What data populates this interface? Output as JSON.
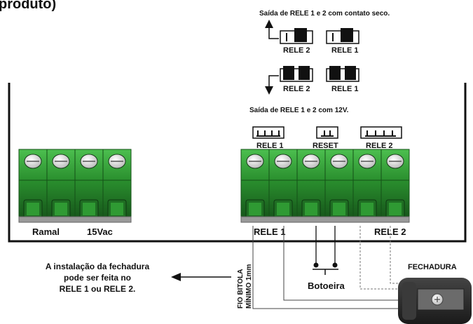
{
  "header": {
    "title_fragment": "produto)"
  },
  "jumper_config": {
    "dry_contact_caption": "Saída de RELE 1 e 2 com contato seco.",
    "twelve_volt_caption": "Saída de RELE 1 e 2 com 12V.",
    "relay2_label": "RELE 2",
    "relay1_label": "RELE 1"
  },
  "board": {
    "header_labels": {
      "rele1": "RELE 1",
      "reset": "RESET",
      "rele2": "RELE 2"
    },
    "terminal_labels": {
      "ramal": "Ramal",
      "vac": "15Vac",
      "rele1": "RELE 1",
      "rele2": "RELE 2"
    }
  },
  "wiring": {
    "wire_note": [
      "FIO BITOLA",
      "MÍNIMO 1mm"
    ],
    "button_label": "Botoeira",
    "lock_label": "FECHADURA"
  },
  "note": {
    "lines": [
      "A instalação da fechadura",
      "pode ser feita no",
      "RELE 1 ou RELE 2."
    ]
  },
  "colors": {
    "terminal_green": "#2e9c33",
    "terminal_dark": "#1a5e1f",
    "lock_body": "#2a2a2a"
  }
}
